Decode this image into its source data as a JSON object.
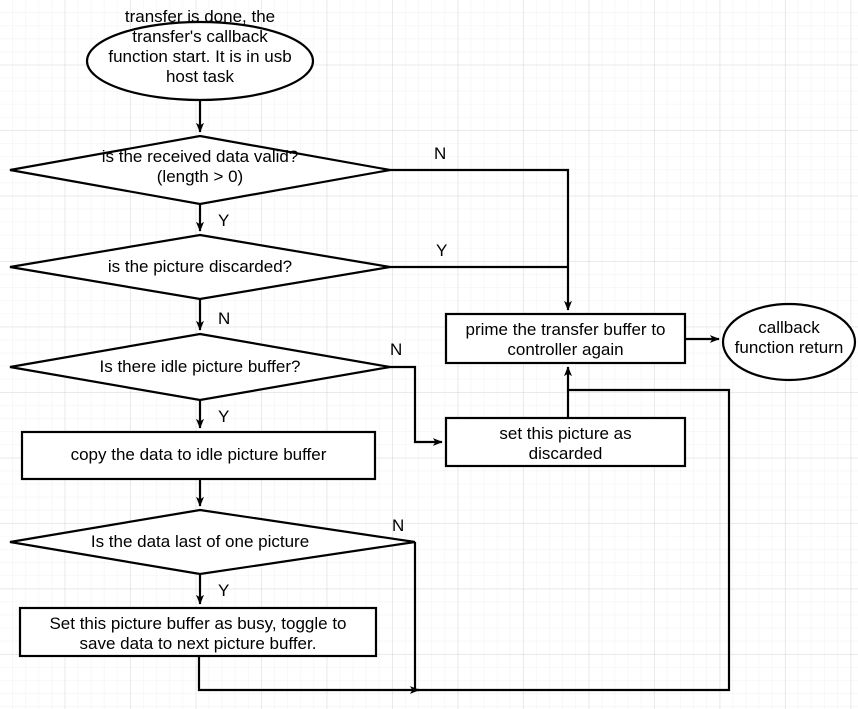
{
  "diagram": {
    "title": "USB host transfer callback flowchart",
    "type": "flowchart",
    "stroke_color": "#000000",
    "fill_color": "#ffffff",
    "background_color": "#ffffff",
    "grid_color": "#c8c8cd"
  },
  "nodes": {
    "start": {
      "shape": "ellipse",
      "label": "transfer is done, the\ntransfer's callback\nfunction start. It is in usb\nhost task"
    },
    "decision_valid": {
      "shape": "diamond",
      "label": "is the received data valid?\n(length > 0)"
    },
    "decision_discarded": {
      "shape": "diamond",
      "label": "is the picture discarded?"
    },
    "decision_idle_buffer": {
      "shape": "diamond",
      "label": "Is there idle picture buffer?"
    },
    "process_copy_data": {
      "shape": "rectangle",
      "label": "copy the data to idle picture buffer"
    },
    "decision_last_data": {
      "shape": "diamond",
      "label": "Is the data last of one picture"
    },
    "process_set_busy": {
      "shape": "rectangle",
      "label": "Set this picture buffer as busy, toggle to\nsave data to next picture buffer."
    },
    "process_prime_buffer": {
      "shape": "rectangle",
      "label": "prime the transfer buffer to\ncontroller again"
    },
    "process_set_discarded": {
      "shape": "rectangle",
      "label": "set this picture as\ndiscarded"
    },
    "end_callback_return": {
      "shape": "ellipse",
      "label": "callback\nfunction return"
    }
  },
  "edge_labels": {
    "valid_no": "N",
    "valid_yes": "Y",
    "discarded_yes": "Y",
    "discarded_no": "N",
    "idle_buffer_no": "N",
    "idle_buffer_yes": "Y",
    "last_data_no": "N",
    "last_data_yes": "Y"
  },
  "edges": [
    {
      "from": "start",
      "to": "decision_valid",
      "label": ""
    },
    {
      "from": "decision_valid",
      "to": "decision_discarded",
      "label": "Y"
    },
    {
      "from": "decision_valid",
      "to": "process_prime_buffer",
      "label": "N"
    },
    {
      "from": "decision_discarded",
      "to": "process_prime_buffer",
      "label": "Y"
    },
    {
      "from": "decision_discarded",
      "to": "decision_idle_buffer",
      "label": "N"
    },
    {
      "from": "decision_idle_buffer",
      "to": "process_set_discarded",
      "label": "N"
    },
    {
      "from": "decision_idle_buffer",
      "to": "process_copy_data",
      "label": "Y"
    },
    {
      "from": "process_copy_data",
      "to": "decision_last_data",
      "label": ""
    },
    {
      "from": "decision_last_data",
      "to": "process_set_busy",
      "label": "Y"
    },
    {
      "from": "decision_last_data",
      "to": "process_prime_buffer",
      "label": "N"
    },
    {
      "from": "process_set_busy",
      "to": "process_prime_buffer",
      "label": ""
    },
    {
      "from": "process_set_discarded",
      "to": "process_prime_buffer",
      "label": ""
    },
    {
      "from": "process_prime_buffer",
      "to": "end_callback_return",
      "label": ""
    }
  ]
}
